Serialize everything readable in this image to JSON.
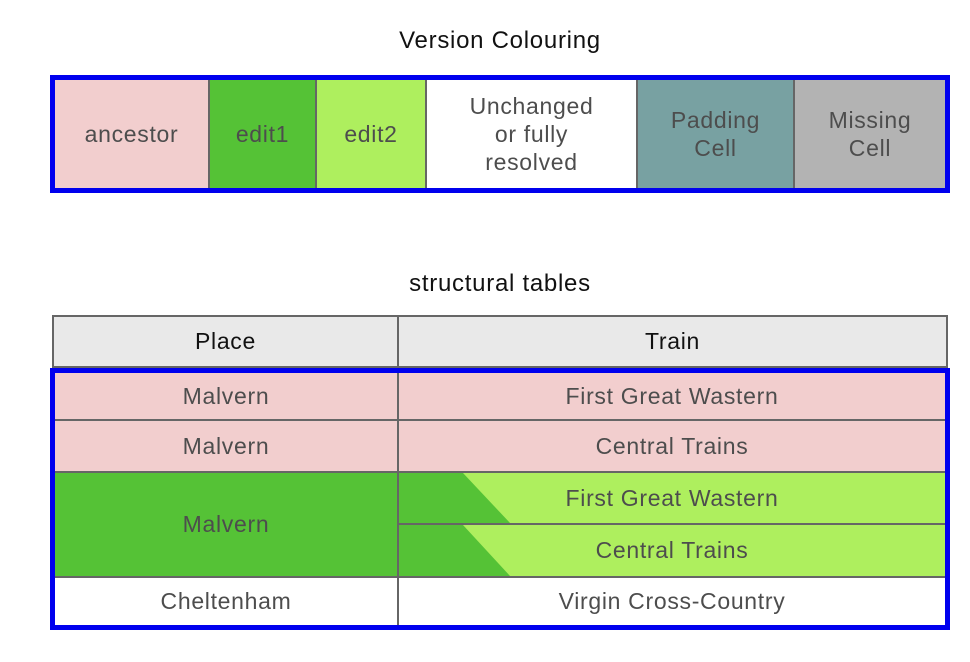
{
  "colors": {
    "frame_blue": "#0000EE",
    "grid_gray": "#666666",
    "ancestor_pink": "#F2CECE",
    "edit1_green": "#55C236",
    "edit2_green": "#AEEF5E",
    "resolved_white": "#FFFFFF",
    "padding_teal": "#78A1A2",
    "missing_gray": "#B3B3B3",
    "header_gray": "#E9E9E9",
    "title_text": "#111111",
    "body_text": "#4D4D4D"
  },
  "legend": {
    "title": "Version Colouring",
    "cells": [
      {
        "label": "ancestor",
        "meaning": "ancestor version",
        "color": "#F2CECE"
      },
      {
        "label": "edit1",
        "meaning": "edit1 version",
        "color": "#55C236"
      },
      {
        "label": "edit2",
        "meaning": "edit2 version",
        "color": "#AEEF5E"
      },
      {
        "label": "Unchanged\nor fully\nresolved",
        "meaning": "unchanged or fully resolved",
        "color": "#FFFFFF"
      },
      {
        "label": "Padding\nCell",
        "meaning": "padding cell",
        "color": "#78A1A2"
      },
      {
        "label": "Missing\nCell",
        "meaning": "missing cell",
        "color": "#B3B3B3"
      }
    ]
  },
  "table": {
    "title": "structural tables",
    "columns": [
      "Place",
      "Train"
    ],
    "rows": [
      {
        "place": "Malvern",
        "train": "First Great Wastern",
        "colouring": "ancestor"
      },
      {
        "place": "Malvern",
        "train": "Central Trains",
        "colouring": "ancestor"
      },
      {
        "place": "Malvern",
        "place_rowspan": 2,
        "train": "First Great Wastern",
        "colouring": "edit1+edit2"
      },
      {
        "train": "Central Trains",
        "colouring": "edit1+edit2"
      },
      {
        "place": "Cheltenham",
        "train": "Virgin Cross-Country",
        "colouring": "resolved"
      }
    ]
  }
}
